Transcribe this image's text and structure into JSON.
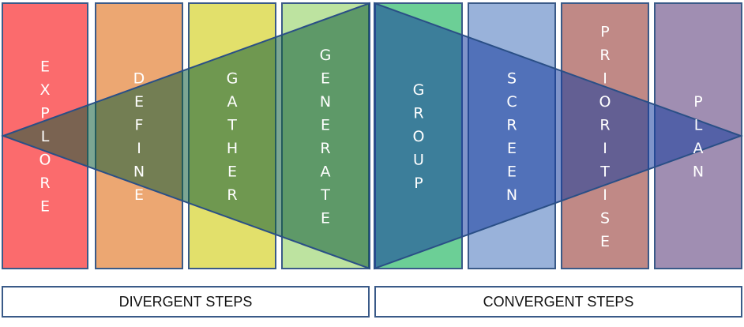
{
  "columns": [
    {
      "label": "EXPLORE",
      "color": "#fb6b6d"
    },
    {
      "label": "DEFINE",
      "color": "#eca772"
    },
    {
      "label": "GATHER",
      "color": "#e2e06b"
    },
    {
      "label": "GENERATE",
      "color": "#bde3a0"
    },
    {
      "label": "GROUP",
      "color": "#6ccf96"
    },
    {
      "label": "SCREEN",
      "color": "#99b2da"
    },
    {
      "label": "PRIORITISE",
      "color": "#c08986"
    },
    {
      "label": "PLAN",
      "color": "#a08eb2"
    }
  ],
  "phases": {
    "divergent": {
      "label": "DIVERGENT STEPS",
      "color": "#115c3a"
    },
    "convergent": {
      "label": "CONVERGENT STEPS",
      "color": "#163d9e"
    }
  },
  "colors": {
    "border": "#3a5a88",
    "letter": "#ffffff"
  }
}
